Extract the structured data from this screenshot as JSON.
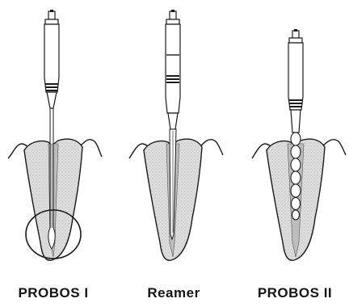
{
  "figure": {
    "instruments": [
      {
        "label": "PROBOS I"
      },
      {
        "label": "Reamer"
      },
      {
        "label": "PROBOS II"
      }
    ]
  },
  "colors": {
    "line": "#1a1a1a",
    "tooth_fill": "#dcdcdc",
    "canal_fill": "#b8b8b8",
    "background": "#ffffff"
  }
}
